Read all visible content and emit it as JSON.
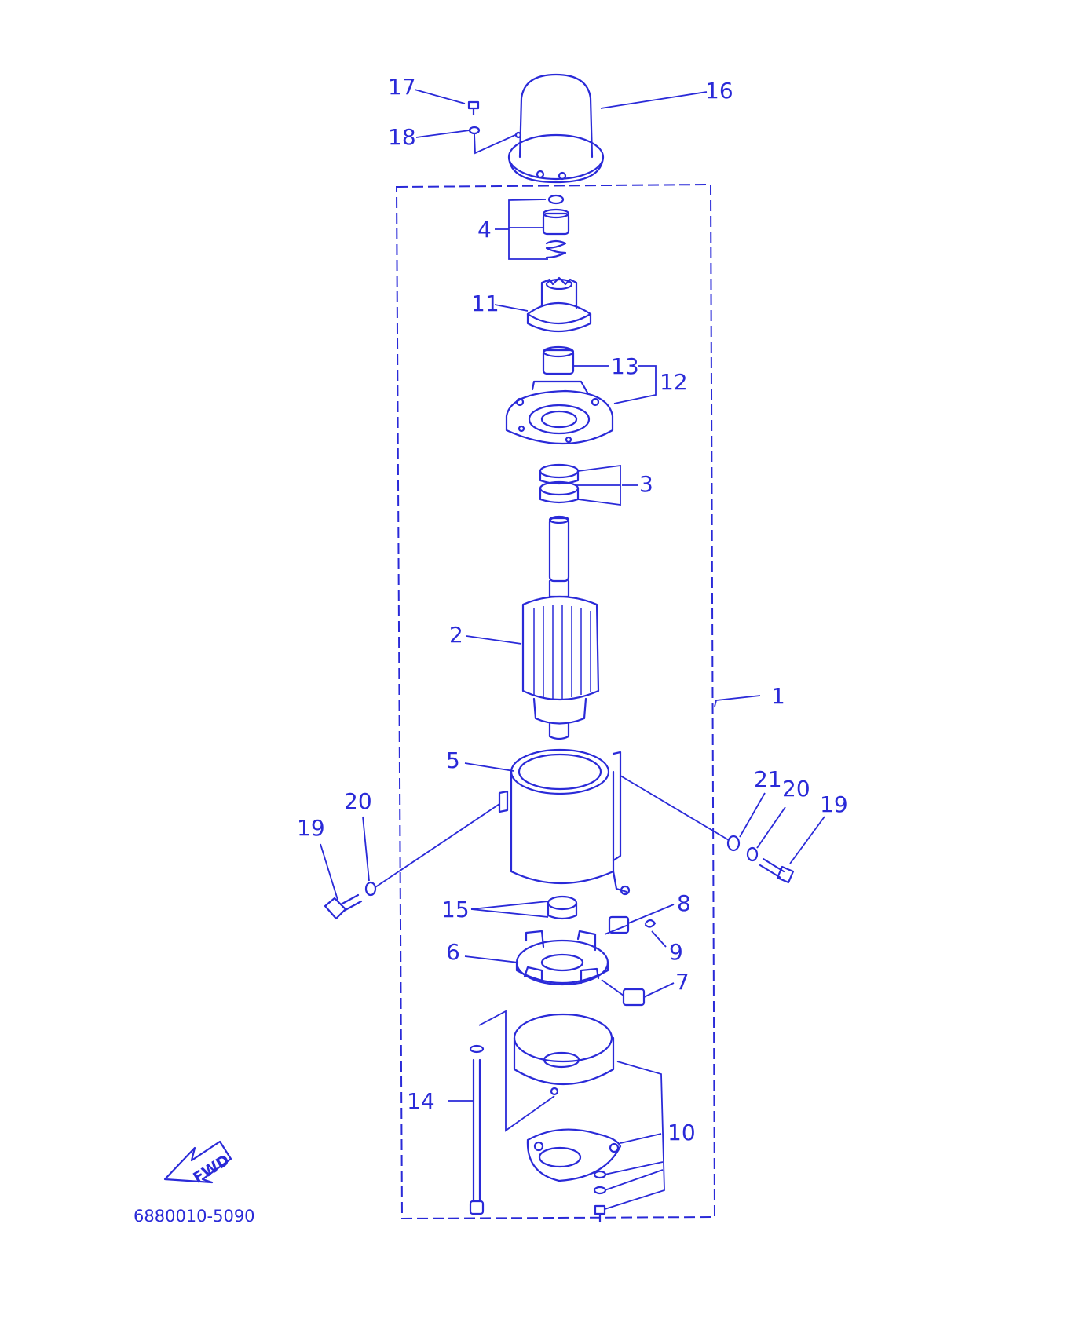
{
  "diagram": {
    "labels": {
      "l1": "1",
      "l2": "2",
      "l3": "3",
      "l4": "4",
      "l5": "5",
      "l6": "6",
      "l7": "7",
      "l8": "8",
      "l9": "9",
      "l10": "10",
      "l11": "11",
      "l12": "12",
      "l13": "13",
      "l14": "14",
      "l15": "15",
      "l16": "16",
      "l17": "17",
      "l18": "18",
      "l19a": "19",
      "l19b": "19",
      "l20a": "20",
      "l20b": "20",
      "l21": "21"
    },
    "fwd_label": "FWD",
    "drawing_number": "6880010-5090",
    "colors": {
      "ink": "#2a2ad8",
      "paper": "#ffffff"
    }
  }
}
